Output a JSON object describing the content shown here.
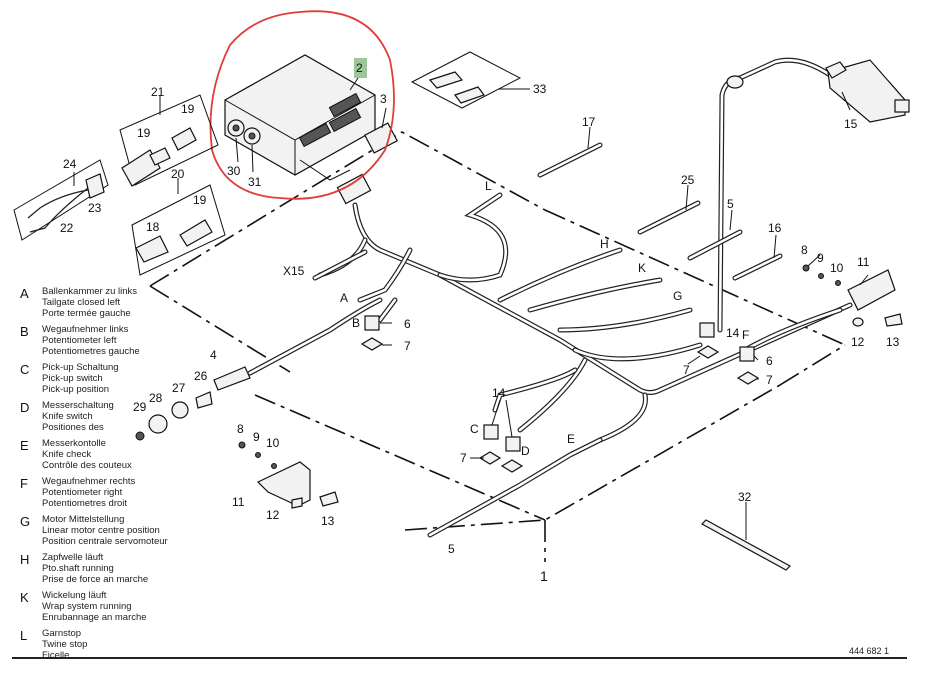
{
  "callouts": {
    "c1": "1",
    "c2": "2",
    "c3": "3",
    "c4": "4",
    "c5a": "5",
    "c5b": "5",
    "c6a": "6",
    "c6b": "6",
    "c7a": "7",
    "c7b": "7",
    "c7c": "7",
    "c7d": "7",
    "c8a": "8",
    "c8b": "8",
    "c9a": "9",
    "c9b": "9",
    "c10a": "10",
    "c10b": "10",
    "c11a": "11",
    "c11b": "11",
    "c12a": "12",
    "c12b": "12",
    "c13a": "13",
    "c13b": "13",
    "c14a": "14",
    "c14b": "14",
    "c15": "15",
    "c16": "16",
    "c17": "17",
    "c18": "18",
    "c19a": "19",
    "c19b": "19",
    "c19c": "19",
    "c20": "20",
    "c21": "21",
    "c22": "22",
    "c23": "23",
    "c24": "24",
    "c25": "25",
    "c26": "26",
    "c27": "27",
    "c28": "28",
    "c29": "29",
    "c30": "30",
    "c31": "31",
    "c32": "32",
    "c33": "33",
    "x15": "X15",
    "la": "A",
    "lb": "B",
    "lc": "C",
    "ld": "D",
    "le": "E",
    "lf": "F",
    "lg": "G",
    "lh": "H",
    "lk": "K",
    "ll": "L"
  },
  "legend": [
    {
      "key": "A",
      "de": "Ballenkammer zu links",
      "en": "Tailgate closed left",
      "fr": "Porte termée gauche"
    },
    {
      "key": "B",
      "de": "Wegaufnehmer links",
      "en": "Potentiometer left",
      "fr": "Potentiometres gauche"
    },
    {
      "key": "C",
      "de": "Pick-up  Schaltung",
      "en": "Pick-up switch",
      "fr": "Pick-up position"
    },
    {
      "key": "D",
      "de": "Messerschaltung",
      "en": "Knife switch",
      "fr": "Positiones des"
    },
    {
      "key": "E",
      "de": "Messerkontolle",
      "en": "Knife check",
      "fr": "Contrôle des couteux"
    },
    {
      "key": "F",
      "de": "Wegaufnehmer rechts",
      "en": "Potentiometer right",
      "fr": "Potentiometres droit"
    },
    {
      "key": "G",
      "de": "Motor Mittelstellung",
      "en": "Linear motor centre position",
      "fr": "Position centrale servomoteur"
    },
    {
      "key": "H",
      "de": "Zapfwelle läuft",
      "en": "Pto.shaft running",
      "fr": "Prise de force an marche"
    },
    {
      "key": "K",
      "de": "Wickelung läuft",
      "en": "Wrap system running",
      "fr": "Enrubannage an marche"
    },
    {
      "key": "L",
      "de": "Garnstop",
      "en": "Twine stop",
      "fr": "Ficelle"
    }
  ],
  "document_number": "444 682 1",
  "colors": {
    "highlight_circle": "#e23b3b",
    "callout_box": "#9dc79a",
    "line": "#222222"
  }
}
